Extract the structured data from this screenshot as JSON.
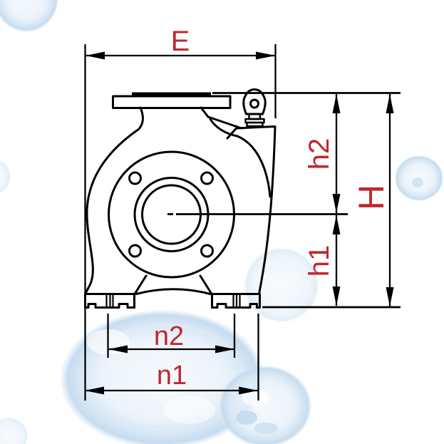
{
  "diagram": {
    "type": "technical-dimension-drawing",
    "subject": "pump front view outline with dimension callouts",
    "dimension_labels": {
      "width_overall": "E",
      "height_upper": "h2",
      "height_overall": "H",
      "height_lower": "h1",
      "slot_spacing": "n2",
      "foot_spacing": "n1"
    },
    "colors": {
      "label": "#c1272d",
      "line": "#000000",
      "background": "#ffffff",
      "watermark_ring": "#cfe2f4",
      "watermark_fill": "#e9f2fa"
    }
  }
}
